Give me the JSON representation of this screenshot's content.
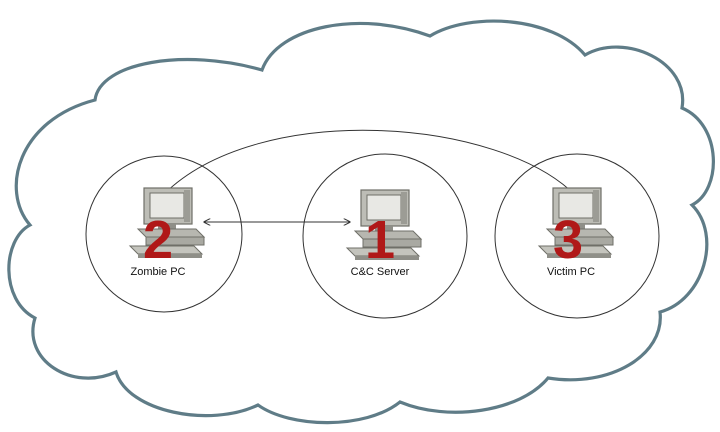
{
  "colors": {
    "cloud_outline": "#5f7c87",
    "cloud_fill": "#ffffff",
    "ring_stroke": "#333333",
    "connector": "#333333",
    "number": "#b01818",
    "pc_body": "#bdbdb6",
    "pc_shadow": "#6f6f68",
    "pc_screen": "#e8e8e4"
  },
  "nodes": [
    {
      "id": "zombie",
      "number": "2",
      "label": "Zombie PC",
      "icon": "computer-icon"
    },
    {
      "id": "cnc",
      "number": "1",
      "label": "C&C Server",
      "icon": "computer-icon"
    },
    {
      "id": "victim",
      "number": "3",
      "label": "Victim PC",
      "icon": "computer-icon"
    }
  ],
  "edges": [
    {
      "from": "zombie",
      "to": "cnc",
      "type": "bidirectional-arrow"
    },
    {
      "from": "zombie",
      "to": "victim",
      "type": "curved-arrow"
    }
  ]
}
